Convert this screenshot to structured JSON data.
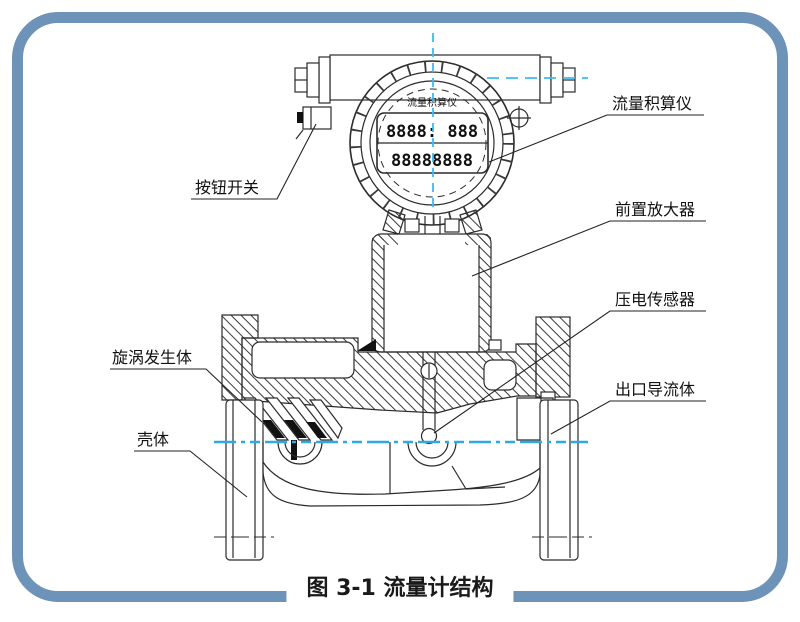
{
  "figure": {
    "caption": "图 3-1 流量计结构",
    "display": {
      "title": "流量积算仪",
      "row1": "8888: 888",
      "row2": "88888888"
    },
    "labels": {
      "button_switch": "按钮开关",
      "vortex_generator": "旋涡发生体",
      "housing": "壳体",
      "flow_totalizer": "流量积算仪",
      "preamplifier": "前置放大器",
      "piezo_sensor": "压电传感器",
      "outlet_flow_guide": "出口导流体"
    },
    "colors": {
      "frame_border": "#6e93b8",
      "centerline_blue": "#2fa9e6",
      "drawing_line": "#2b2b2b"
    }
  }
}
